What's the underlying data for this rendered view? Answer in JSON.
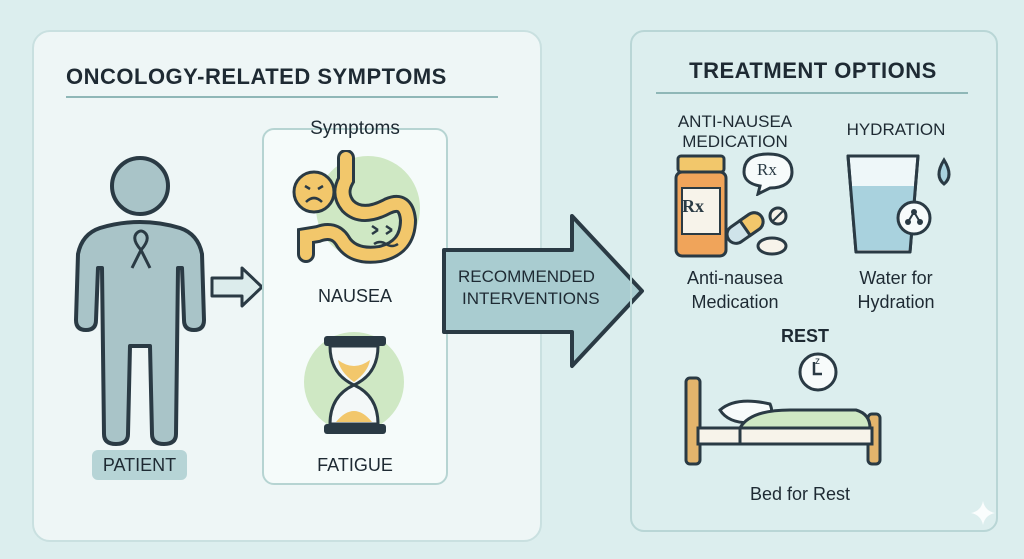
{
  "left_panel": {
    "title": "ONCOLOGY-RELATED SYMPTOMS",
    "patient_label": "PATIENT",
    "symptoms_box": {
      "title": "Symptoms",
      "items": [
        "NAUSEA",
        "FATIGUE"
      ]
    }
  },
  "arrow": {
    "line1": "RECOMMENDED",
    "line2": "INTERVENTIONS"
  },
  "right_panel": {
    "title": "TREATMENT OPTIONS",
    "medication": {
      "heading_line1": "ANTI-NAUSEA",
      "heading_line2": "MEDICATION",
      "rx_text": "Rx",
      "rx_bubble": "Rx",
      "caption_line1": "Anti-nausea",
      "caption_line2": "Medication"
    },
    "hydration": {
      "heading": "HYDRATION",
      "caption_line1": "Water for",
      "caption_line2": "Hydration"
    },
    "rest": {
      "heading": "REST",
      "clock_text": "z",
      "caption": "Bed for Rest"
    }
  },
  "colors": {
    "background": "#dceeee",
    "accent": "#a9ccd0",
    "ink": "#1e2a33",
    "yellow": "#f2c76b",
    "green": "#cfe8c4"
  }
}
